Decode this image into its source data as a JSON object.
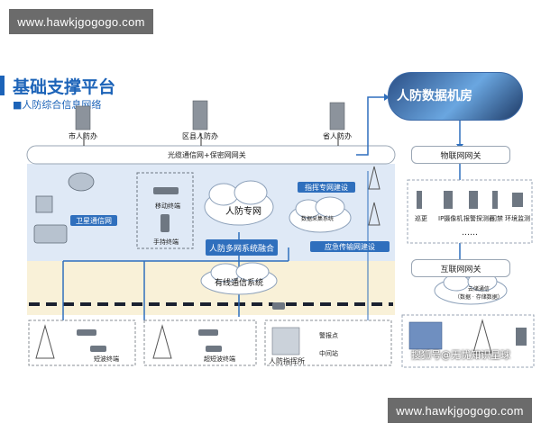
{
  "watermarks": {
    "top": "www.hawkjgogogo.com",
    "bottom": "www.hawkjgogogo.com",
    "sohu": "搜狐号@无忧知识星球"
  },
  "header": {
    "title": "基础支撑平台",
    "subtitle": "■人防综合信息网络"
  },
  "top_nodes": [
    "市人防办",
    "区县人防办",
    "省人防办"
  ],
  "fiber_bus": "光缆通信网+保密网网关",
  "datacenter": "人防数据机房",
  "left_panel": {
    "satellite_net": "卫星通信网",
    "edge_terminal": "移动终端",
    "handheld_terminal": "手持终端",
    "civil_defense_net": "人防专网",
    "multinet_fusion": "人防多网系统融合",
    "command_net": "指挥专网建设",
    "emergency_net": "应急传输网建设",
    "data_cloud": "数据采集系统",
    "wired_system": "有线通信系统"
  },
  "right_panel": {
    "iot_gateway": "物联网网关",
    "devices": [
      "巡更",
      "IP摄像机",
      "报警探测器",
      "门禁",
      "环境监测"
    ],
    "ellipsis": "……",
    "internet_gateway": "互联网网关",
    "cloud_label": "云储通信\n（数据 · 存储数据）"
  },
  "bottom_panel": {
    "shortwave": "短波终端",
    "ultrashort": "超短波终端",
    "command_post": "人防指挥所",
    "alert_point": "警报点",
    "relay_station": "中间站"
  },
  "colors": {
    "accent": "#1c63b8",
    "panel_blue": "#dfe9f6",
    "panel_yellow": "#f9f1d8",
    "dashed_band": "#1a2130"
  }
}
